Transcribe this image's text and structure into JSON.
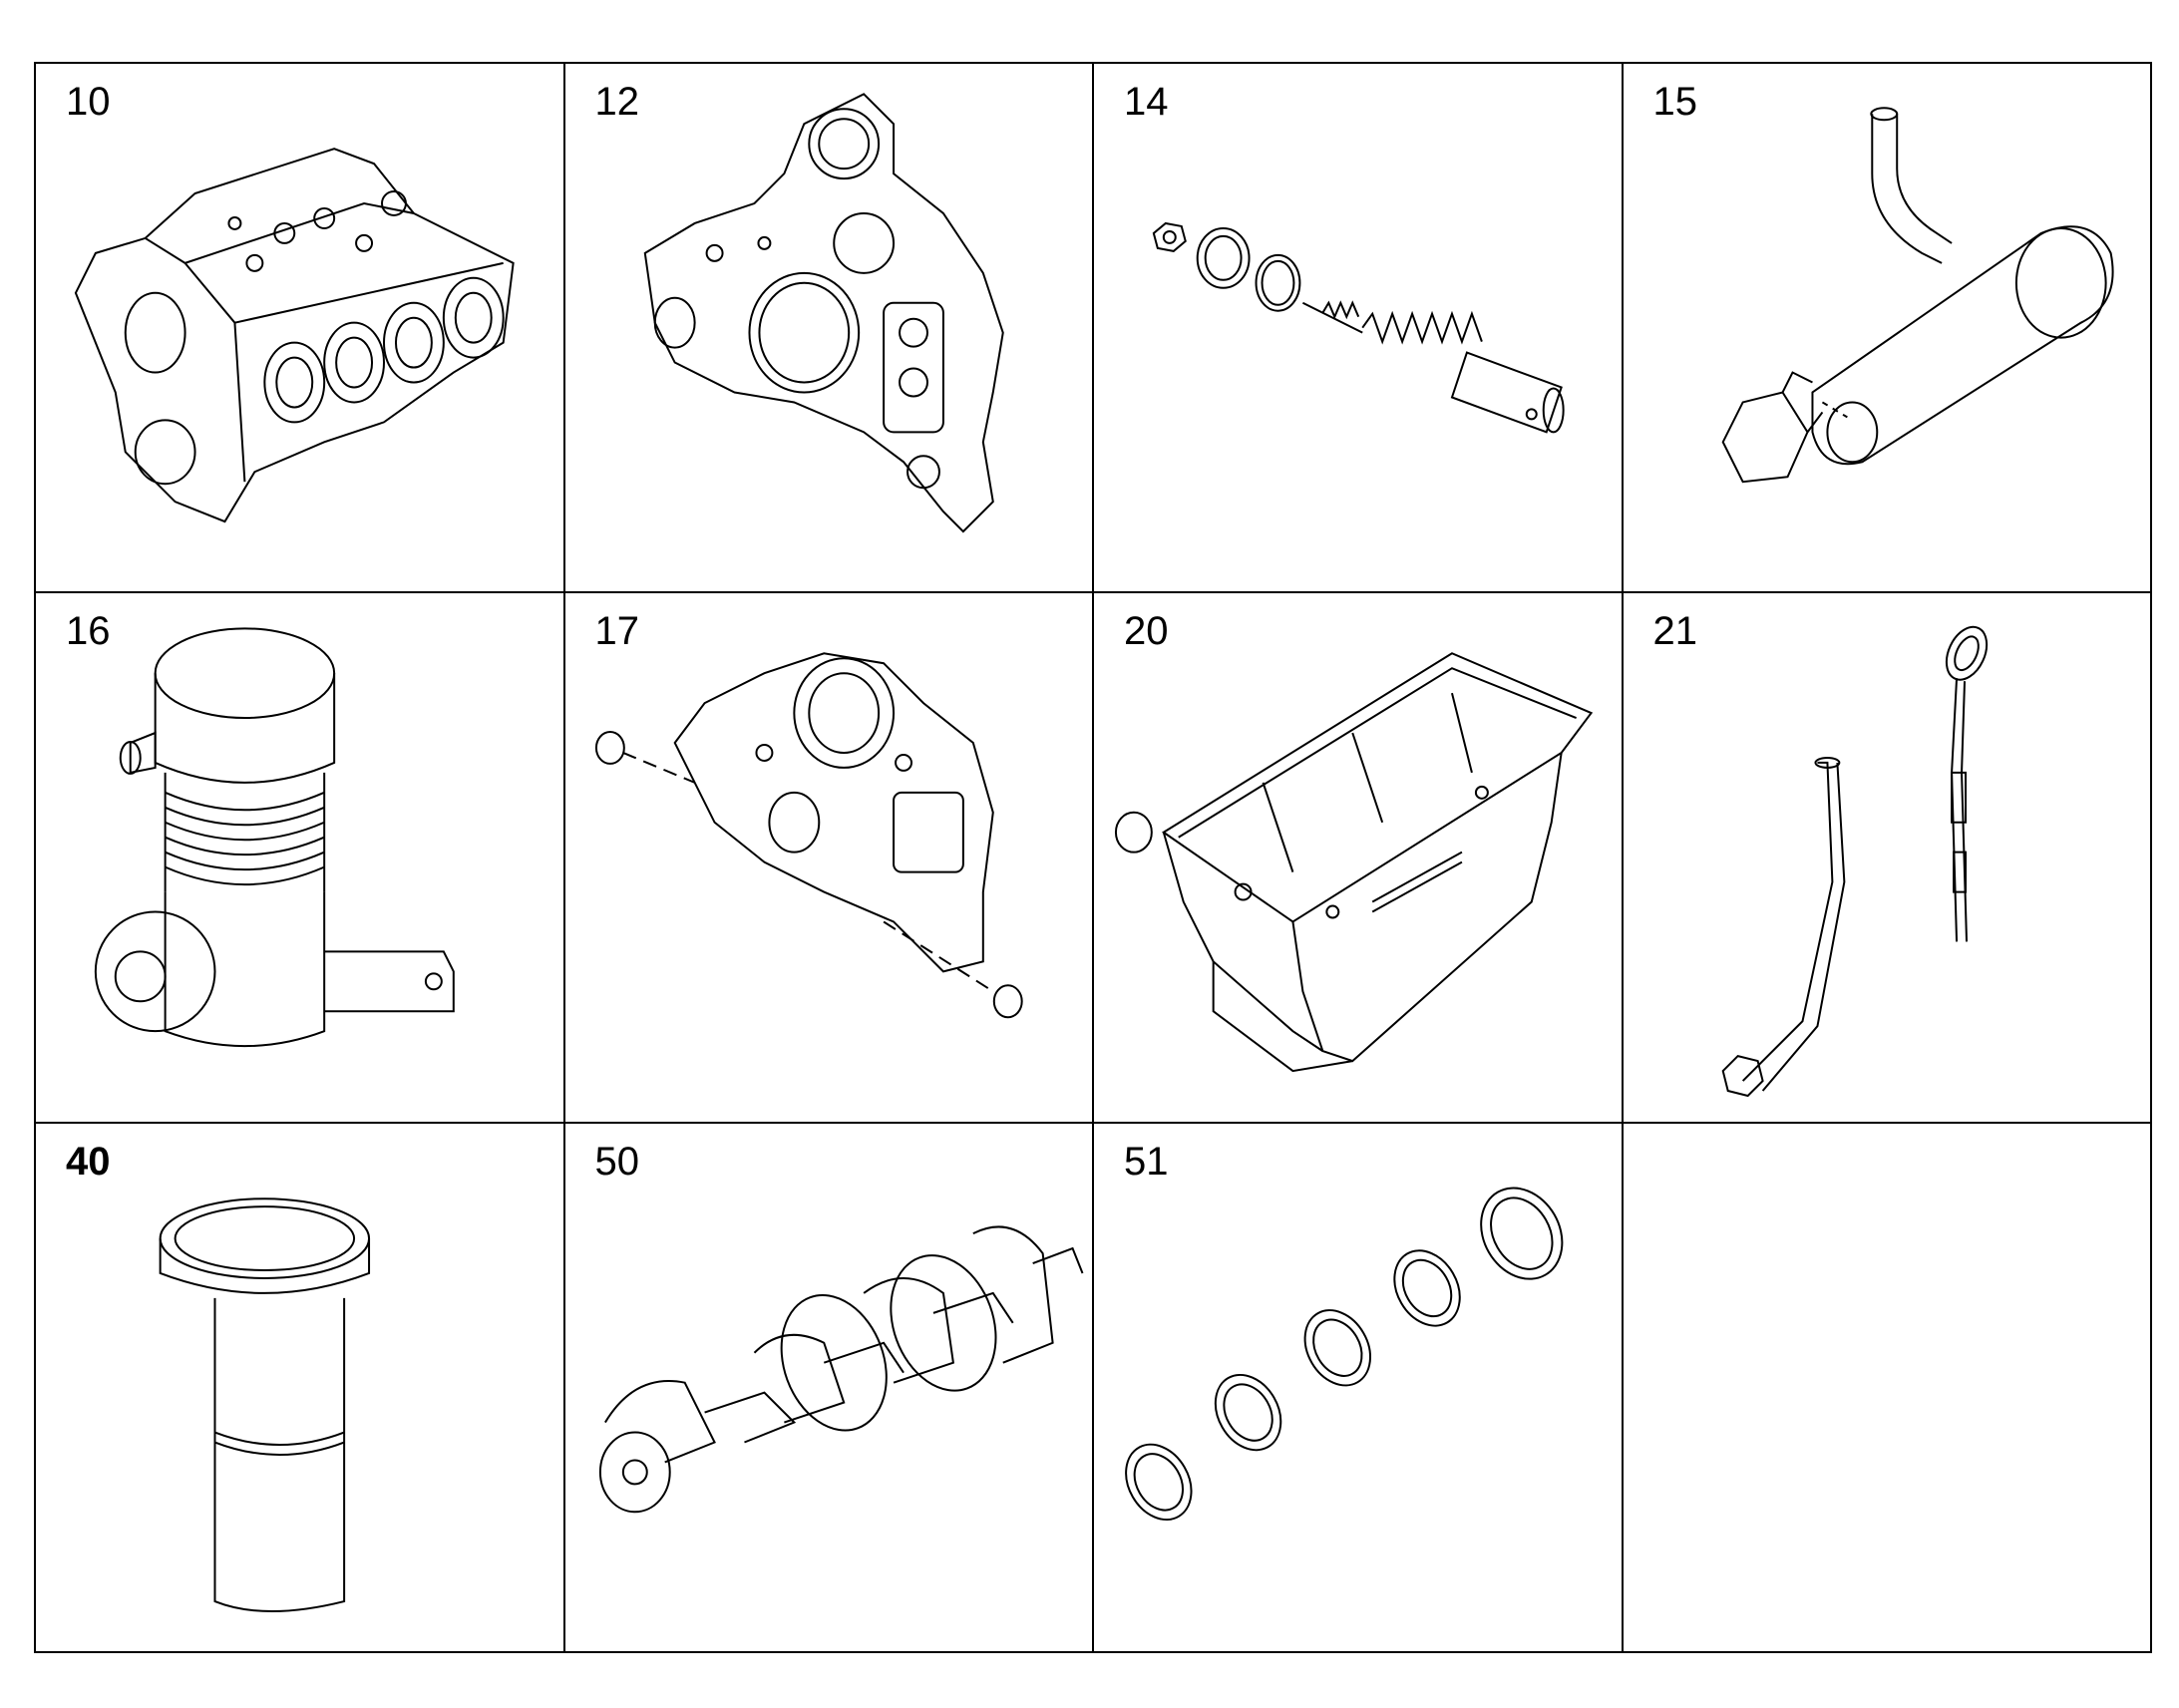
{
  "parts": [
    {
      "id": "10",
      "icon": "engine-block-icon"
    },
    {
      "id": "12",
      "icon": "timing-cover-icon"
    },
    {
      "id": "14",
      "icon": "relief-valve-icon"
    },
    {
      "id": "15",
      "icon": "oil-pipe-icon"
    },
    {
      "id": "16",
      "icon": "oil-filter-housing-icon"
    },
    {
      "id": "17",
      "icon": "cover-plugs-icon"
    },
    {
      "id": "20",
      "icon": "oil-pan-icon"
    },
    {
      "id": "21",
      "icon": "dipstick-icon"
    },
    {
      "id": "40",
      "icon": "cylinder-liner-icon"
    },
    {
      "id": "50",
      "icon": "crankshaft-icon"
    },
    {
      "id": "51",
      "icon": "bearing-shells-icon"
    },
    {
      "id": "",
      "icon": ""
    }
  ],
  "colors": {
    "line": "#000000",
    "background": "#ffffff"
  }
}
